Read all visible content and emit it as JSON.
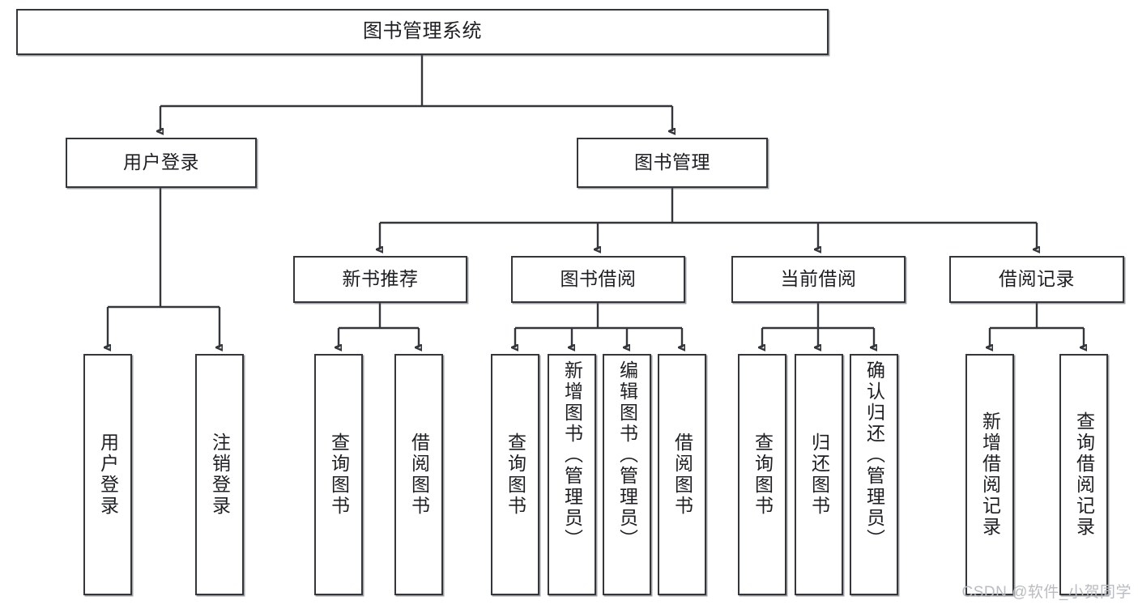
{
  "diagram": {
    "title": "图书管理系统",
    "type": "hierarchy-tree",
    "root": {
      "label": "图书管理系统"
    },
    "level2": [
      {
        "label": "用户登录"
      },
      {
        "label": "图书管理"
      }
    ],
    "level3": [
      {
        "label": "新书推荐"
      },
      {
        "label": "图书借阅"
      },
      {
        "label": "当前借阅"
      },
      {
        "label": "借阅记录"
      }
    ],
    "leaves": {
      "user_login": [
        {
          "label": "用户登录"
        },
        {
          "label": "注销登录"
        }
      ],
      "new_book_recommend": [
        {
          "label": "查询图书"
        },
        {
          "label": "借阅图书"
        }
      ],
      "book_borrow": [
        {
          "label": "查询图书"
        },
        {
          "label": "新增图书（管理员）"
        },
        {
          "label": "编辑图书（管理员）"
        },
        {
          "label": "借阅图书"
        }
      ],
      "current_borrow": [
        {
          "label": "查询图书"
        },
        {
          "label": "归还图书"
        },
        {
          "label": "确认归还（管理员）"
        }
      ],
      "borrow_record": [
        {
          "label": "新增借阅记录"
        },
        {
          "label": "查询借阅记录"
        }
      ]
    }
  },
  "watermark": {
    "text": "CSDN @软件_小贺同学"
  },
  "colors": {
    "stroke": "#33363a",
    "fill": "#ffffff",
    "text": "#1d1f22",
    "watermark": "#b9bcc0"
  }
}
